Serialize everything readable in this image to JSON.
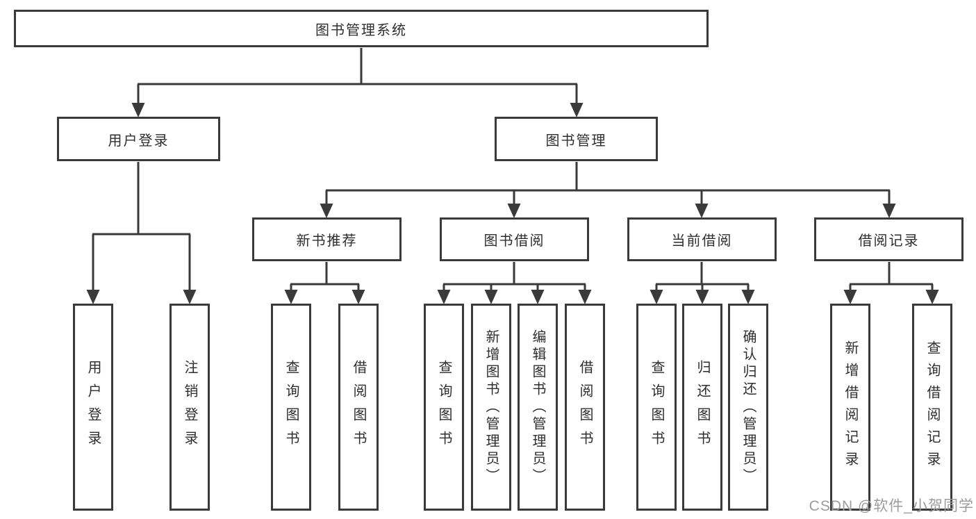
{
  "diagram": {
    "type": "hierarchy-tree",
    "root": {
      "label": "图书管理系统"
    },
    "level2": [
      {
        "label": "用户登录",
        "parent": "图书管理系统"
      },
      {
        "label": "图书管理",
        "parent": "图书管理系统"
      }
    ],
    "level3": [
      {
        "label": "新书推荐",
        "parent": "图书管理"
      },
      {
        "label": "图书借阅",
        "parent": "图书管理"
      },
      {
        "label": "当前借阅",
        "parent": "图书管理"
      },
      {
        "label": "借阅记录",
        "parent": "图书管理"
      }
    ],
    "leaves": [
      {
        "label": "用户登录",
        "parent": "用户登录"
      },
      {
        "label": "注销登录",
        "parent": "用户登录"
      },
      {
        "label": "查询图书",
        "parent": "新书推荐"
      },
      {
        "label": "借阅图书",
        "parent": "新书推荐"
      },
      {
        "label": "查询图书",
        "parent": "图书借阅"
      },
      {
        "label": "新增图书（管理员）",
        "parent": "图书借阅"
      },
      {
        "label": "编辑图书（管理员）",
        "parent": "图书借阅"
      },
      {
        "label": "借阅图书",
        "parent": "图书借阅"
      },
      {
        "label": "查询图书",
        "parent": "当前借阅"
      },
      {
        "label": "归还图书",
        "parent": "当前借阅"
      },
      {
        "label": "确认归还（管理员）",
        "parent": "当前借阅"
      },
      {
        "label": "新增借阅记录",
        "parent": "借阅记录"
      },
      {
        "label": "查询借阅记录",
        "parent": "借阅记录"
      }
    ]
  },
  "watermark": "CSDN @软件_小贺同学",
  "colors": {
    "line": "#3a3a3a",
    "box_border": "#3a3a3a",
    "text": "#2e2e2e",
    "watermark": "#9c9c9c",
    "background": "#ffffff"
  }
}
